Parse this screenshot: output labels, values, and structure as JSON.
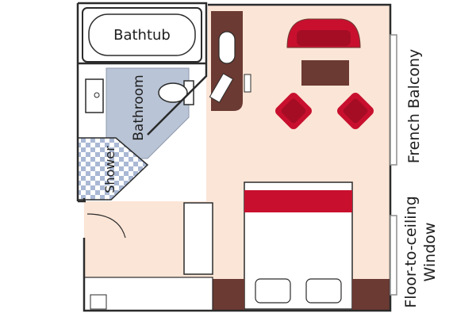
{
  "labels": {
    "bathtub": "Bathtub",
    "bathroom": "Bathroom",
    "shower": "Shower",
    "balcony": "French Balcony",
    "window_line1": "Floor-to-ceiling",
    "window_line2": "Window"
  },
  "colors": {
    "floor": "#fbe5d6",
    "bathroom_floor": "#b9c4d6",
    "wall": "#2b2b2b",
    "furniture_red": "#c8102e",
    "furniture_brown": "#6b3a32",
    "bed_white": "#ffffff",
    "shower_check": "#a9b8d4"
  }
}
